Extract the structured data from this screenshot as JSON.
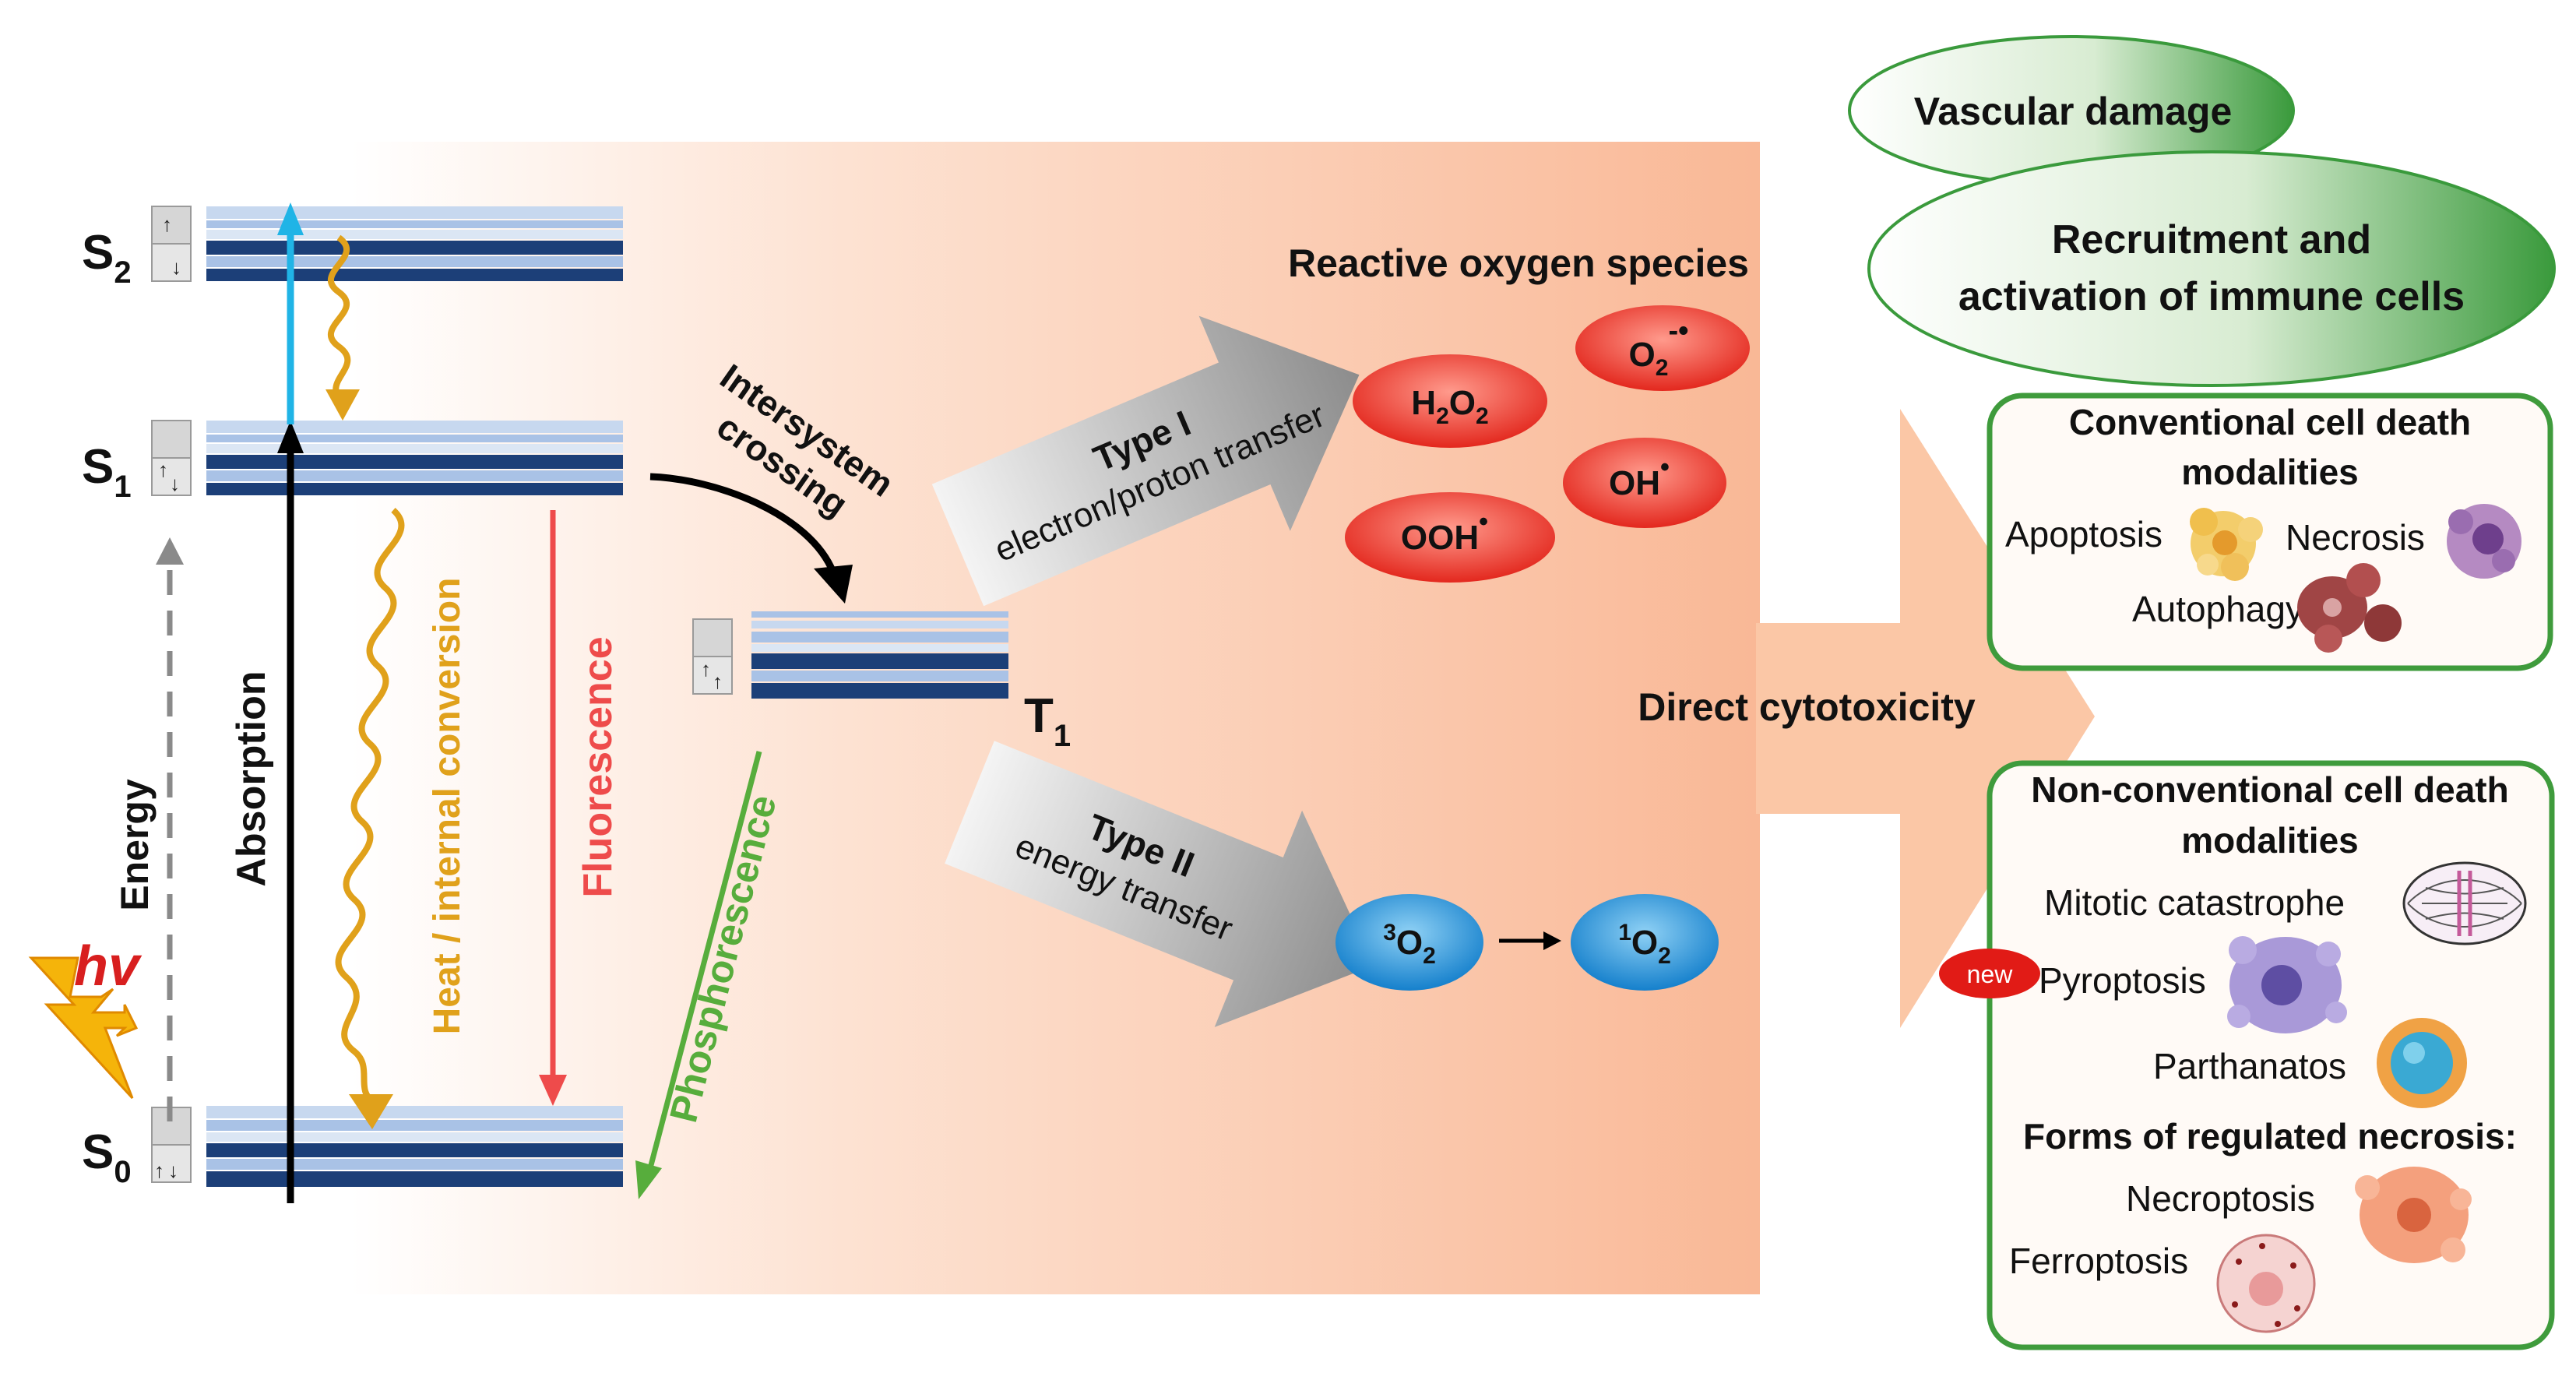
{
  "levels": {
    "s2": {
      "main": "S",
      "sub": "2"
    },
    "s1": {
      "main": "S",
      "sub": "1"
    },
    "s0": {
      "main": "S",
      "sub": "0"
    },
    "t1": {
      "main": "T",
      "sub": "1"
    }
  },
  "photon_label": "hv",
  "vertical_labels": {
    "energy": "Energy",
    "absorption": "Absorption",
    "heat": "Heat / internal conversion",
    "fluorescence": "Fluorescence",
    "phosphorescence": "Phosphorescence"
  },
  "isc_label": {
    "line1": "Intersystem",
    "line2": "crossing"
  },
  "type1": {
    "title": "Type I",
    "subtitle": "electron/proton transfer"
  },
  "type2": {
    "title": "Type II",
    "subtitle": "energy transfer"
  },
  "ros_title": "Reactive oxygen species",
  "ros": {
    "h2o2": {
      "a": "H",
      "b": "2",
      "c": "O",
      "d": "2"
    },
    "o2rad": {
      "a": "O",
      "b": "2",
      "sup": "-•"
    },
    "oh": {
      "a": "OH",
      "sup": "•"
    },
    "ooh": {
      "a": "OOH",
      "sup": "•"
    }
  },
  "oxygen": {
    "triplet": {
      "sup": "3",
      "a": "O",
      "b": "2"
    },
    "singlet": {
      "sup": "1",
      "a": "O",
      "b": "2"
    }
  },
  "direct_cytotoxicity": "Direct cytotoxicity",
  "outcomes": {
    "vascular": "Vascular damage",
    "immune_line1": "Recruitment and",
    "immune_line2": "activation of immune cells"
  },
  "conventional": {
    "title_line1": "Conventional cell death",
    "title_line2": "modalities",
    "apoptosis": "Apoptosis",
    "necrosis": "Necrosis",
    "autophagy": "Autophagy"
  },
  "nonconventional": {
    "title_line1": "Non-conventional cell death",
    "title_line2": "modalities",
    "mitotic": "Mitotic catastrophe",
    "new_badge": "new",
    "pyroptosis": "Pyroptosis",
    "parthanatos": "Parthanatos",
    "regulated_title": "Forms of regulated necrosis:",
    "necroptosis": "Necroptosis",
    "ferroptosis": "Ferroptosis"
  },
  "colors": {
    "level_dark": "#1c3f78",
    "level_light": "#a9c2e6",
    "absorption": "#000000",
    "excitation": "#20b4e6",
    "heat": "#e0a11b",
    "fluorescence": "#ee4b4b",
    "phosphorescence": "#57ad3c",
    "ros": "#e8332a",
    "oxygen": "#1f8fd6",
    "outcome_green": "#3f9b3c"
  }
}
